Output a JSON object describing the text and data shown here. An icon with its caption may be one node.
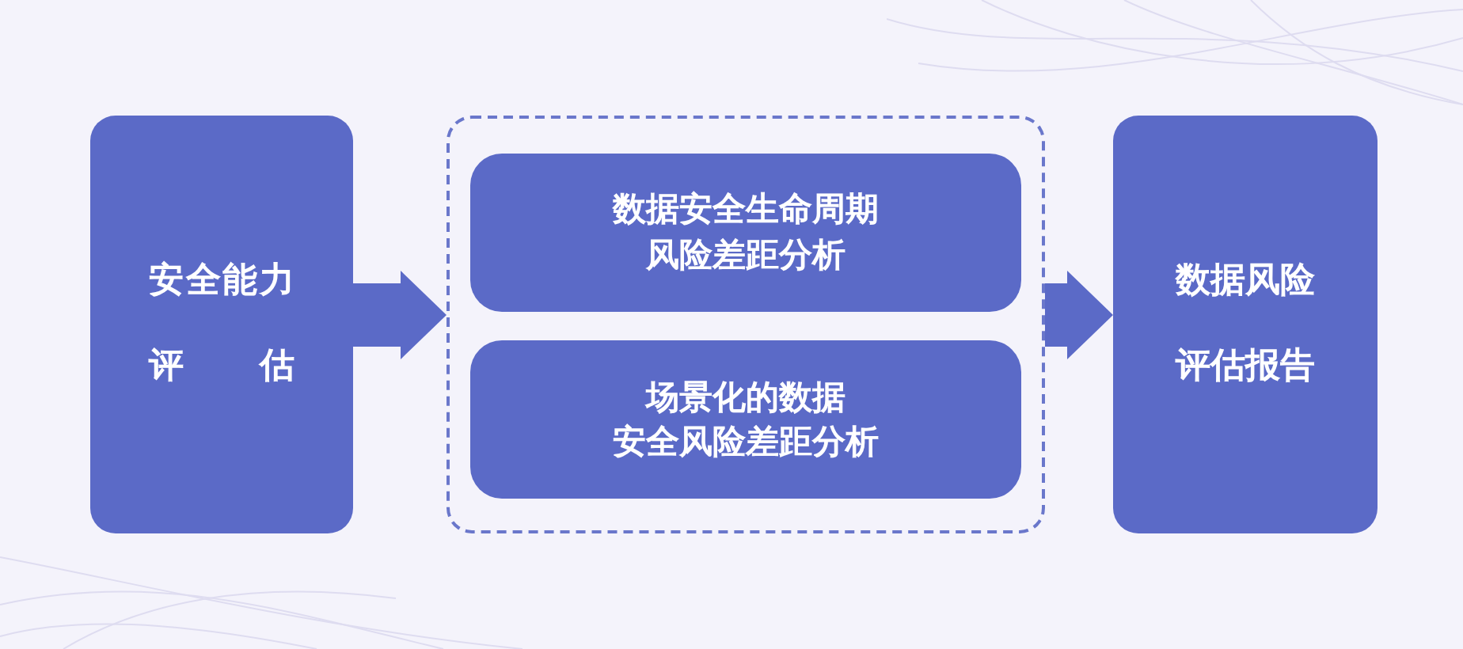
{
  "diagram": {
    "nodes": [
      {
        "text": [
          "安全能力评估"
        ]
      },
      {
        "text": [],
        "shape": "box"
      },
      {
        "text": [
          "数据安全生命周期风险差距分析"
        ],
        "in": 1
      },
      {
        "text": [
          "场景化的数据安全风险差距分析"
        ],
        "in": 1
      },
      {
        "text": [
          "数据风险评估报告"
        ]
      }
    ],
    "edges": [
      {
        "from": 0,
        "to": 1,
        "arrow": "to"
      },
      {
        "from": 1,
        "to": 4,
        "arrow": "to"
      }
    ]
  }
}
